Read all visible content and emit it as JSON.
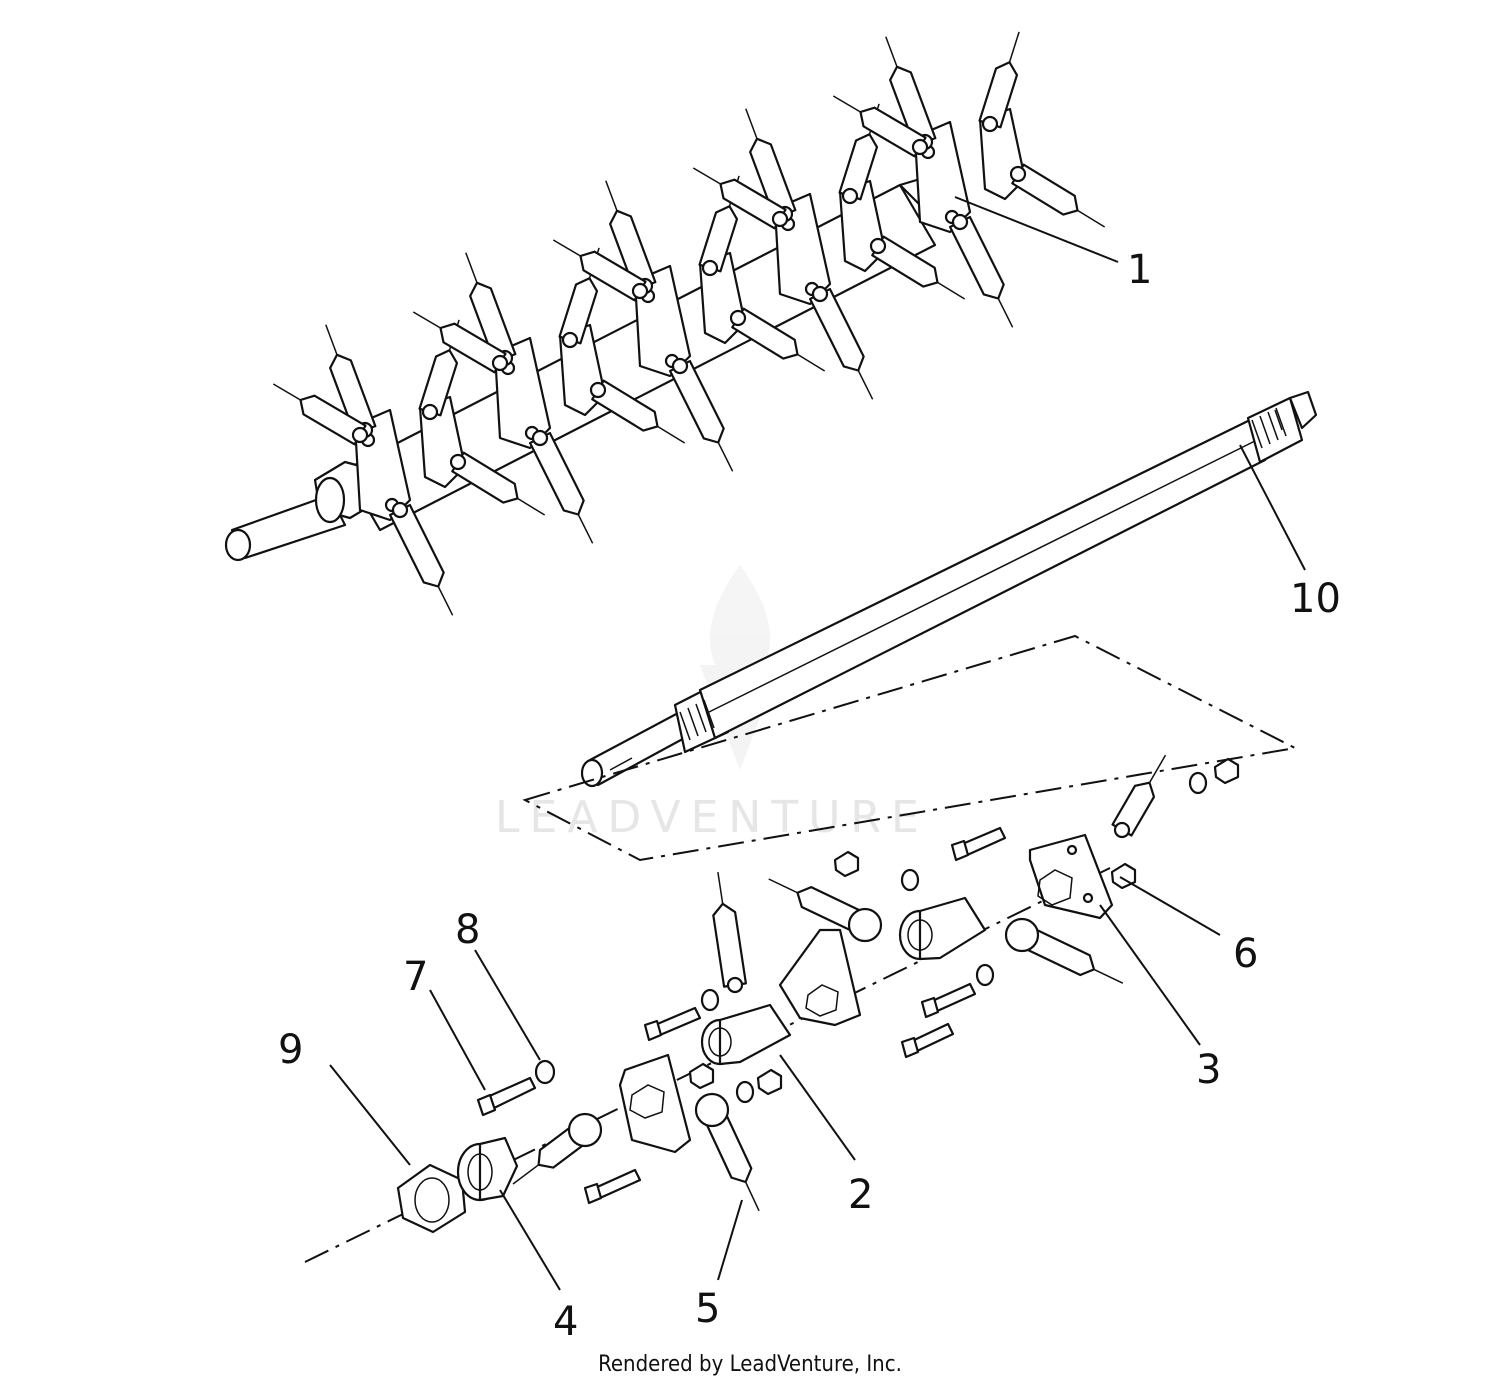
{
  "watermark": {
    "text": "LEADVENTURE"
  },
  "footer": {
    "text": "Rendered by LeadVenture, Inc."
  },
  "callouts": [
    {
      "id": "1",
      "label": "1"
    },
    {
      "id": "2",
      "label": "2"
    },
    {
      "id": "3",
      "label": "3"
    },
    {
      "id": "4",
      "label": "4"
    },
    {
      "id": "5",
      "label": "5"
    },
    {
      "id": "6",
      "label": "6"
    },
    {
      "id": "7",
      "label": "7"
    },
    {
      "id": "8",
      "label": "8"
    },
    {
      "id": "9",
      "label": "9"
    },
    {
      "id": "10",
      "label": "10"
    }
  ]
}
